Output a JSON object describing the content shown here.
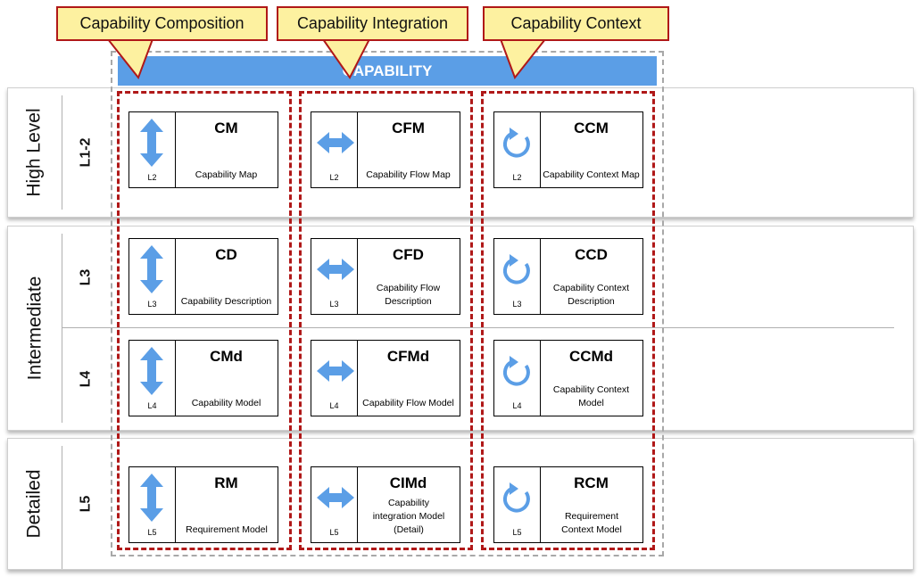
{
  "header": {
    "title": "CAPABILITY"
  },
  "callouts": {
    "composition": "Capability Composition",
    "integration": "Capability Integration",
    "context": "Capability Context"
  },
  "bands": {
    "high": {
      "label": "High Level",
      "level": "L1-2"
    },
    "intermediate": {
      "label": "Intermediate",
      "level_a": "L3",
      "level_b": "L4"
    },
    "detailed": {
      "label": "Detailed",
      "level": "L5"
    }
  },
  "colors": {
    "accent_blue": "#5b9ee6",
    "callout_fill": "#fdf1a0",
    "dash_red": "#b01818",
    "dash_grey": "#a8a8a8"
  },
  "cards": {
    "cm": {
      "abbr": "CM",
      "name": "Capability Map",
      "level": "L2",
      "icon": "vertical-arrow-icon"
    },
    "cfm": {
      "abbr": "CFM",
      "name": "Capability Flow Map",
      "level": "L2",
      "icon": "horizontal-arrow-icon"
    },
    "ccm": {
      "abbr": "CCM",
      "name": "Capability Context Map",
      "level": "L2",
      "icon": "cycle-arrow-icon"
    },
    "cd": {
      "abbr": "CD",
      "name": "Capability Description",
      "level": "L3",
      "icon": "vertical-arrow-icon"
    },
    "cfd": {
      "abbr": "CFD",
      "name": "Capability Flow Description",
      "level": "L3",
      "icon": "horizontal-arrow-icon"
    },
    "ccd": {
      "abbr": "CCD",
      "name": "Capability Context Description",
      "level": "L3",
      "icon": "cycle-arrow-icon"
    },
    "cmd": {
      "abbr": "CMd",
      "name": "Capability Model",
      "level": "L4",
      "icon": "vertical-arrow-icon"
    },
    "cfmd": {
      "abbr": "CFMd",
      "name": "Capability Flow Model",
      "level": "L4",
      "icon": "horizontal-arrow-icon"
    },
    "ccmd": {
      "abbr": "CCMd",
      "name": "Capability Context Model",
      "level": "L4",
      "icon": "cycle-arrow-icon"
    },
    "rm": {
      "abbr": "RM",
      "name": "Requirement Model",
      "level": "L5",
      "icon": "vertical-arrow-icon"
    },
    "cimd": {
      "abbr": "CIMd",
      "name": "Capability integration Model (Detail)",
      "level": "L5",
      "icon": "horizontal-arrow-icon"
    },
    "rcm": {
      "abbr": "RCM",
      "name": "Requirement Context Model",
      "level": "L5",
      "icon": "cycle-arrow-icon"
    }
  }
}
